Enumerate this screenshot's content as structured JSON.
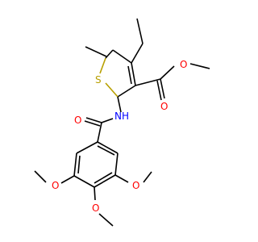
{
  "molecule": {
    "atoms": {
      "sulfur": {
        "symbol": "S",
        "color": "#b8a000"
      },
      "amide_nitrogen": {
        "symbol": "NH",
        "color": "#0000ff"
      },
      "amide_oxygen": {
        "symbol": "O",
        "color": "#ff0000"
      },
      "ester_carbonyl_oxygen": {
        "symbol": "O",
        "color": "#ff0000"
      },
      "ester_methoxy_oxygen": {
        "symbol": "O",
        "color": "#ff0000"
      },
      "aryl_methoxy_left_oxygen": {
        "symbol": "O",
        "color": "#ff0000"
      },
      "aryl_methoxy_right_oxygen": {
        "symbol": "O",
        "color": "#ff0000"
      },
      "aryl_methoxy_para_oxygen": {
        "symbol": "O",
        "color": "#ff0000"
      }
    }
  }
}
